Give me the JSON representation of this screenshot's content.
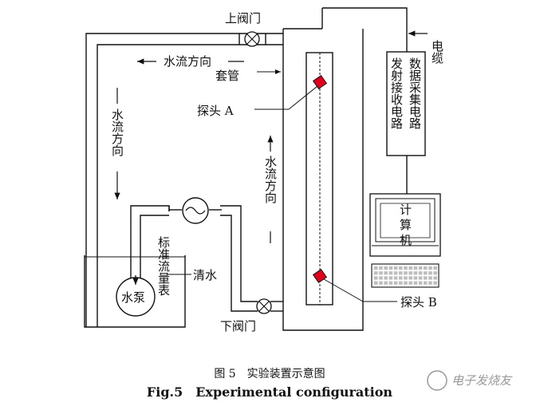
{
  "labels": {
    "upper_valve": "上阀门",
    "lower_valve": "下阀门",
    "flow_top": "水流方向",
    "flow_left": "水流方向",
    "flow_right": "水流方向",
    "casing": "套管",
    "probe_a": "探头 A",
    "probe_b": "探头 B",
    "cable": "电缆",
    "daq_col1": "发射接收电路",
    "daq_col2": "数据采集电路",
    "computer_line1": "计",
    "computer_line2": "算",
    "computer_line3": "机",
    "flowmeter_v": "标准流量表",
    "clear_water": "清水",
    "pump": "水泵"
  },
  "caption": {
    "cn": "图 5　实验装置示意图",
    "en": "Fig.5　Experimental  configuration"
  },
  "watermark": "电子发烧友",
  "colors": {
    "probe": "#e0001b",
    "line": "#111111"
  }
}
